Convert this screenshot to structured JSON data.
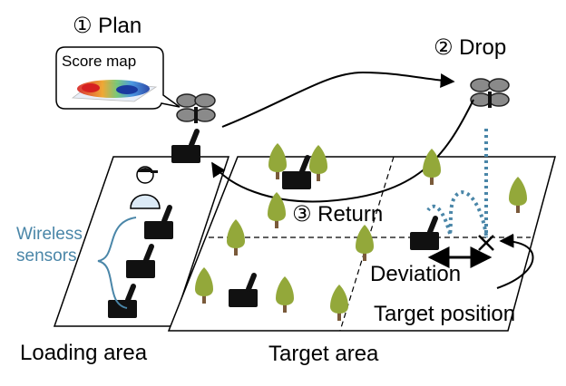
{
  "steps": {
    "plan": "① Plan",
    "drop": "② Drop",
    "return": "③ Return"
  },
  "callout": {
    "score_map": "Score map"
  },
  "labels": {
    "wireless_sensors_line1": "Wireless",
    "wireless_sensors_line2": "sensors",
    "deviation": "Deviation",
    "target_position": "Target position",
    "loading_area": "Loading area",
    "target_area": "Target area"
  },
  "colors": {
    "sensor": "#111111",
    "tree_foliage": "#93a83a",
    "tree_trunk": "#7a5a3a",
    "drone_body": "#8a8a8a",
    "drop_path": "#4a86a8",
    "wireless_label": "#4a86a8"
  },
  "icons": [
    "drone-icon",
    "person-icon",
    "tree-icon",
    "sensor-icon",
    "target-cross-icon"
  ]
}
